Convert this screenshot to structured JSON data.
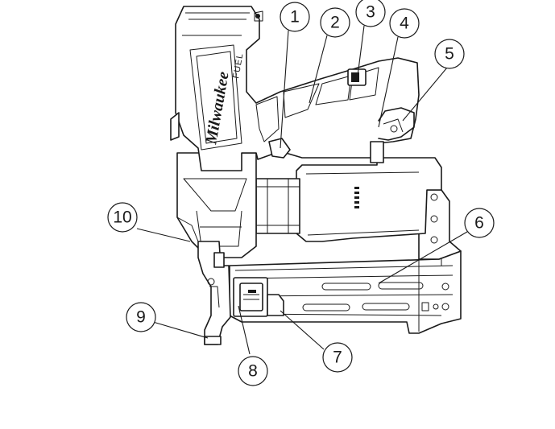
{
  "diagram": {
    "brand_logo": "Milwaukee",
    "brand_line": "FUEL",
    "callouts": [
      {
        "label": "1"
      },
      {
        "label": "2"
      },
      {
        "label": "3"
      },
      {
        "label": "4"
      },
      {
        "label": "5"
      },
      {
        "label": "6"
      },
      {
        "label": "7"
      },
      {
        "label": "8"
      },
      {
        "label": "9"
      },
      {
        "label": "10"
      }
    ]
  }
}
